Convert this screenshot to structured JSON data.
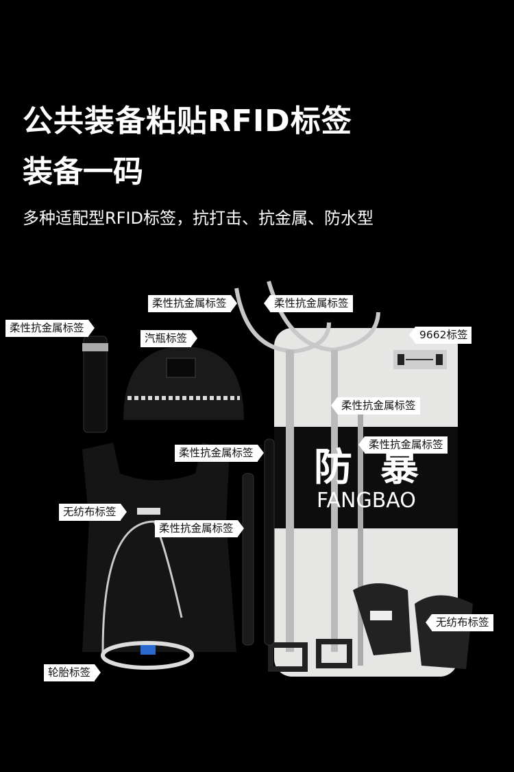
{
  "header": {
    "title_line1": "公共装备粘贴RFID标签",
    "title_line2": "装备一码",
    "subtitle": "多种适配型RFID标签，抗打击、抗金属、防水型"
  },
  "shield": {
    "char1": "防",
    "char2": "暴",
    "pinyin": "FANGBAO"
  },
  "tags": [
    {
      "label": "柔性抗金属标签"
    },
    {
      "label": "柔性抗金属标签"
    },
    {
      "label": "柔性抗金属标签"
    },
    {
      "label": "汽瓶标签"
    },
    {
      "label": "9662标签"
    },
    {
      "label": "柔性抗金属标签"
    },
    {
      "label": "柔性抗金属标签"
    },
    {
      "label": "柔性抗金属标签"
    },
    {
      "label": "无纺布标签"
    },
    {
      "label": "柔性抗金属标签"
    },
    {
      "label": "无纺布标签"
    },
    {
      "label": "轮胎标签"
    }
  ]
}
